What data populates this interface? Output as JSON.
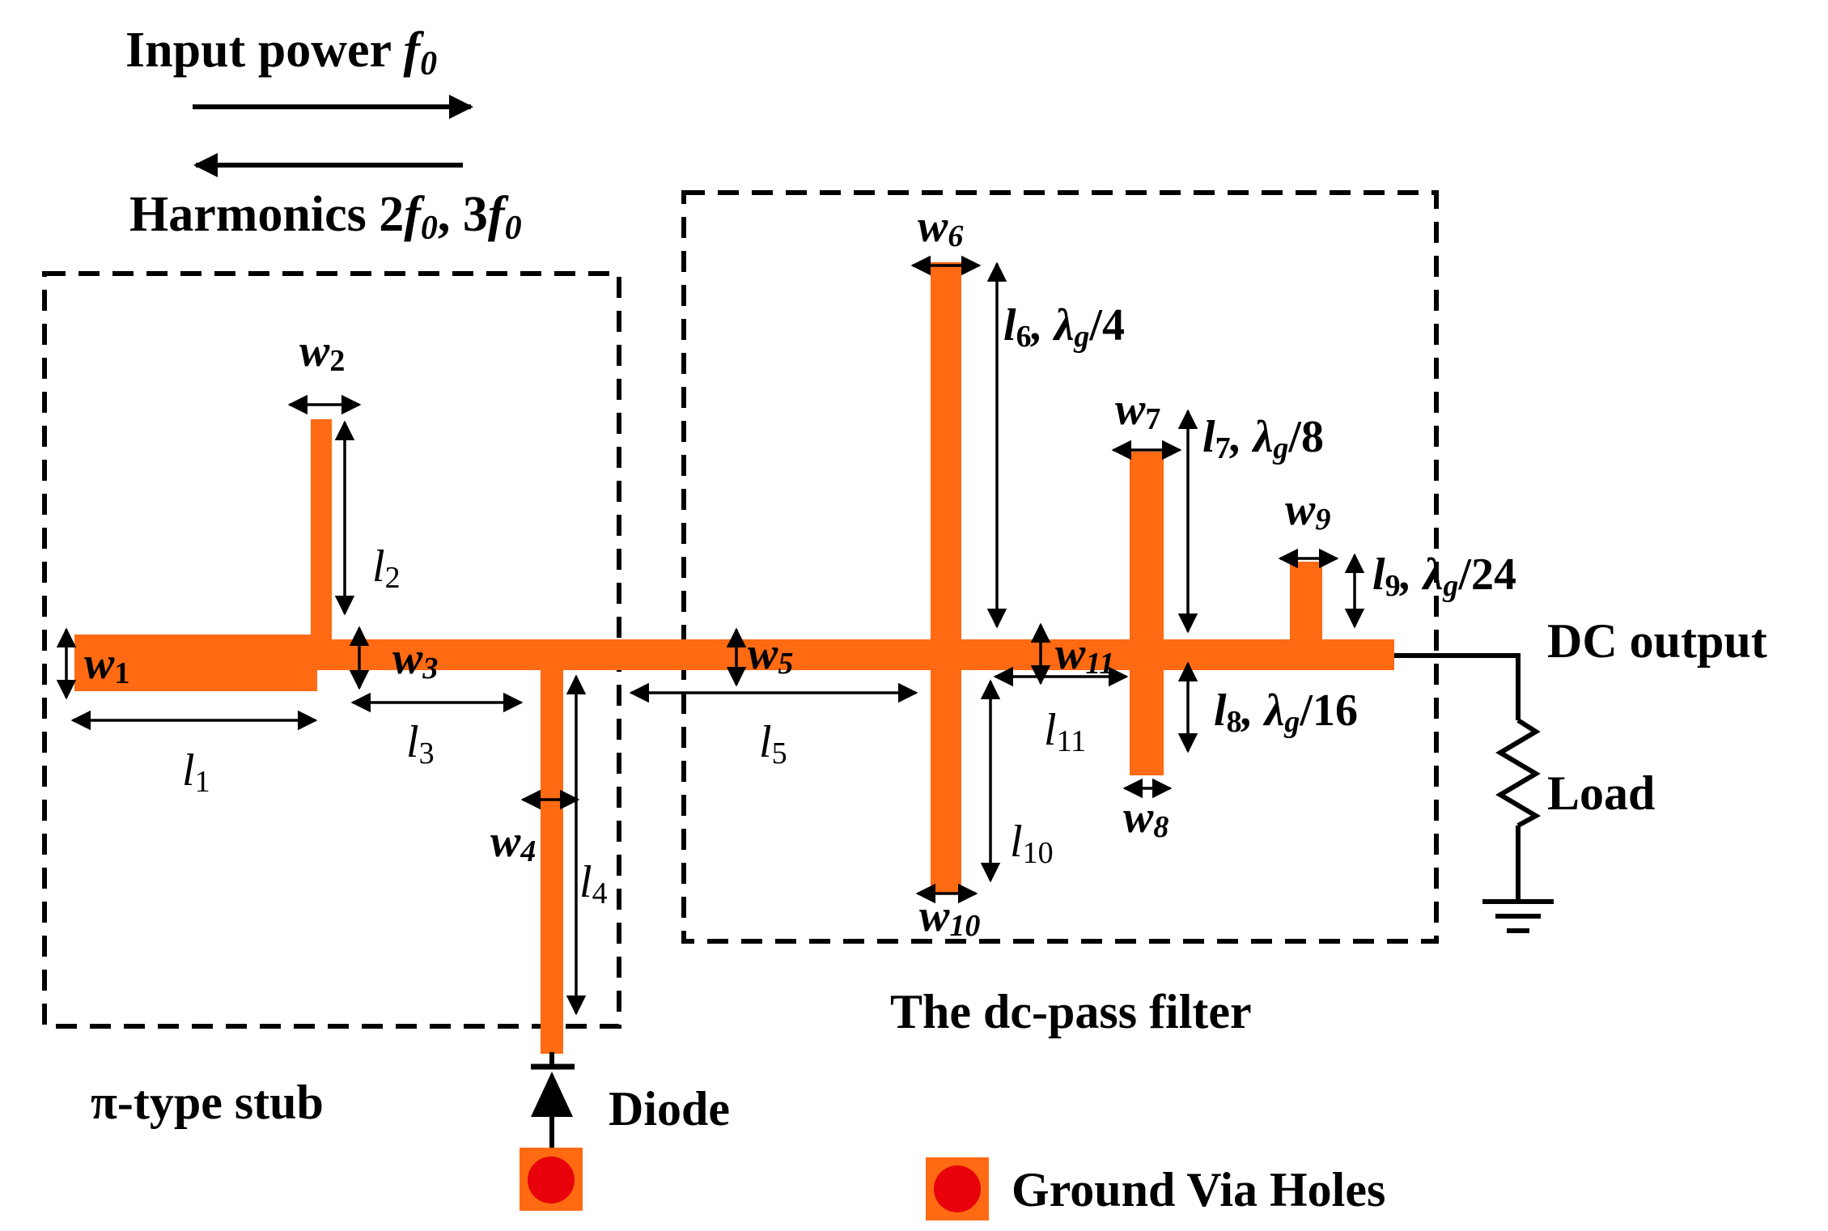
{
  "colors": {
    "microstrip": "#ff6a13",
    "via": "#e8000b",
    "ink": "#000000"
  },
  "header": {
    "input_power": "Input power ",
    "input_power_f": "f",
    "input_power_sub": "0",
    "harmonics": "Harmonics 2",
    "harmonics_f1": "f",
    "harmonics_sub1": "0",
    "harmonics_sep": ", 3",
    "harmonics_f2": "f",
    "harmonics_sub2": "0"
  },
  "sections": {
    "stub": "π-type stub",
    "filter": "The dc-pass filter"
  },
  "labels": {
    "w1": {
      "main": "w",
      "sub": "1"
    },
    "w2": {
      "main": "w",
      "sub": "2"
    },
    "w3": {
      "main": "w",
      "sub": "3"
    },
    "w4": {
      "main": "w",
      "sub": "4"
    },
    "w5": {
      "main": "w",
      "sub": "5"
    },
    "w6": {
      "main": "w",
      "sub": "6"
    },
    "w7": {
      "main": "w",
      "sub": "7"
    },
    "w8": {
      "main": "w",
      "sub": "8"
    },
    "w9": {
      "main": "w",
      "sub": "9"
    },
    "w10": {
      "main": "w",
      "sub": "10"
    },
    "w11": {
      "main": "w",
      "sub": "11"
    },
    "l1": {
      "main": "l",
      "sub": "1"
    },
    "l2": {
      "main": "l",
      "sub": "2"
    },
    "l3": {
      "main": "l",
      "sub": "3"
    },
    "l4": {
      "main": "l",
      "sub": "4"
    },
    "l5": {
      "main": "l",
      "sub": "5"
    },
    "l10": {
      "main": "l",
      "sub": "10"
    },
    "l11": {
      "main": "l",
      "sub": "11"
    },
    "l6": {
      "main": "l",
      "sub": "6",
      "tail": ", λ",
      "g": "g",
      "frac": "/4"
    },
    "l7": {
      "main": "l",
      "sub": "7",
      "tail": ", λ",
      "g": "g",
      "frac": "/8"
    },
    "l8": {
      "main": "l",
      "sub": "8",
      "tail": ", λ",
      "g": "g",
      "frac": "/16"
    },
    "l9": {
      "main": "l",
      "sub": "9",
      "tail": ", λ",
      "g": "g",
      "frac": "/24"
    }
  },
  "components": {
    "dc_output": "DC output",
    "load": "Load",
    "diode": "Diode",
    "legend": "Ground Via Holes"
  }
}
